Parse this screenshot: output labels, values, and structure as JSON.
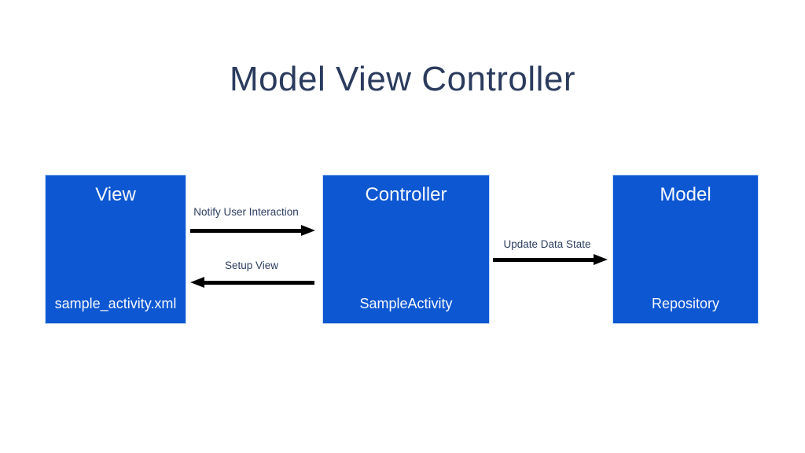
{
  "slide": {
    "title": "Model View Controller"
  },
  "diagram": {
    "boxes": [
      {
        "id": "view",
        "title": "View",
        "subtitle": "sample_activity.xml"
      },
      {
        "id": "controller",
        "title": "Controller",
        "subtitle": "SampleActivity"
      },
      {
        "id": "model",
        "title": "Model",
        "subtitle": "Repository"
      }
    ],
    "arrows": [
      {
        "id": "notify-user-interaction",
        "label": "Notify User Interaction",
        "direction": "right",
        "from": "view",
        "to": "controller"
      },
      {
        "id": "setup-view",
        "label": "Setup View",
        "direction": "left",
        "from": "controller",
        "to": "view"
      },
      {
        "id": "update-data-state",
        "label": "Update Data State",
        "direction": "right",
        "from": "controller",
        "to": "model"
      }
    ]
  },
  "colors": {
    "background": "#ffffff",
    "box_fill": "#0d57d2",
    "box_text": "#f5f8fb",
    "title_text": "#2b3b5e",
    "arrow_label_text": "#2c3e60",
    "arrow": "#000000"
  }
}
